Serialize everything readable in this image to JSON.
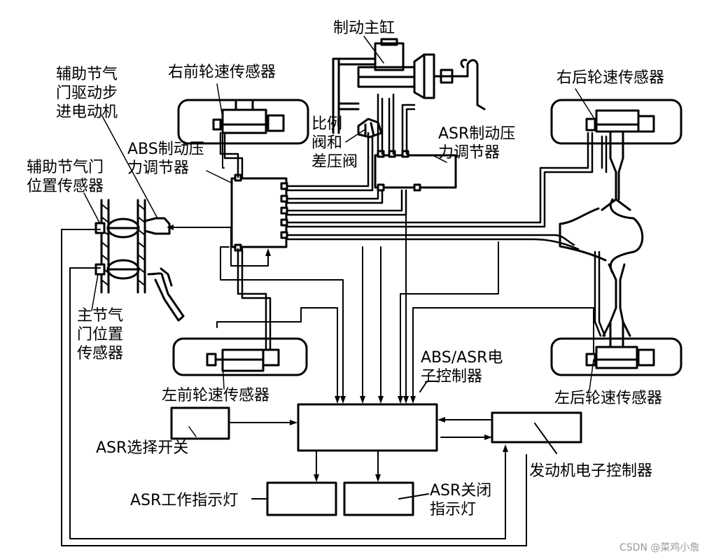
{
  "labels": {
    "master_cylinder": "制动主缸",
    "right_front_sensor": "右前轮速传感器",
    "aux_throttle_motor": "辅助节气\n门驱动步\n进电动机",
    "right_rear_sensor": "右后轮速传感器",
    "proportioning_valve": "比例\n阀和\n差压阀",
    "asr_brake_regulator": "ASR制动压\n力调节器",
    "abs_brake_regulator": "ABS制动压\n力调节器",
    "aux_throttle_sensor": "辅助节气门\n位置传感器",
    "main_throttle_sensor": "主节气\n门位置\n传感器",
    "left_front_sensor": "左前轮速传感器",
    "abs_asr_ecu": "ABS/ASR电\n子控制器",
    "left_rear_sensor": "左后轮速传感器",
    "asr_select_switch": "ASR选择开关",
    "engine_ecu": "发动机电子控制器",
    "asr_work_lamp": "ASR工作指示灯",
    "asr_off_lamp": "ASR关闭\n指示灯"
  },
  "watermark": "CSDN @菜鸡小詹"
}
